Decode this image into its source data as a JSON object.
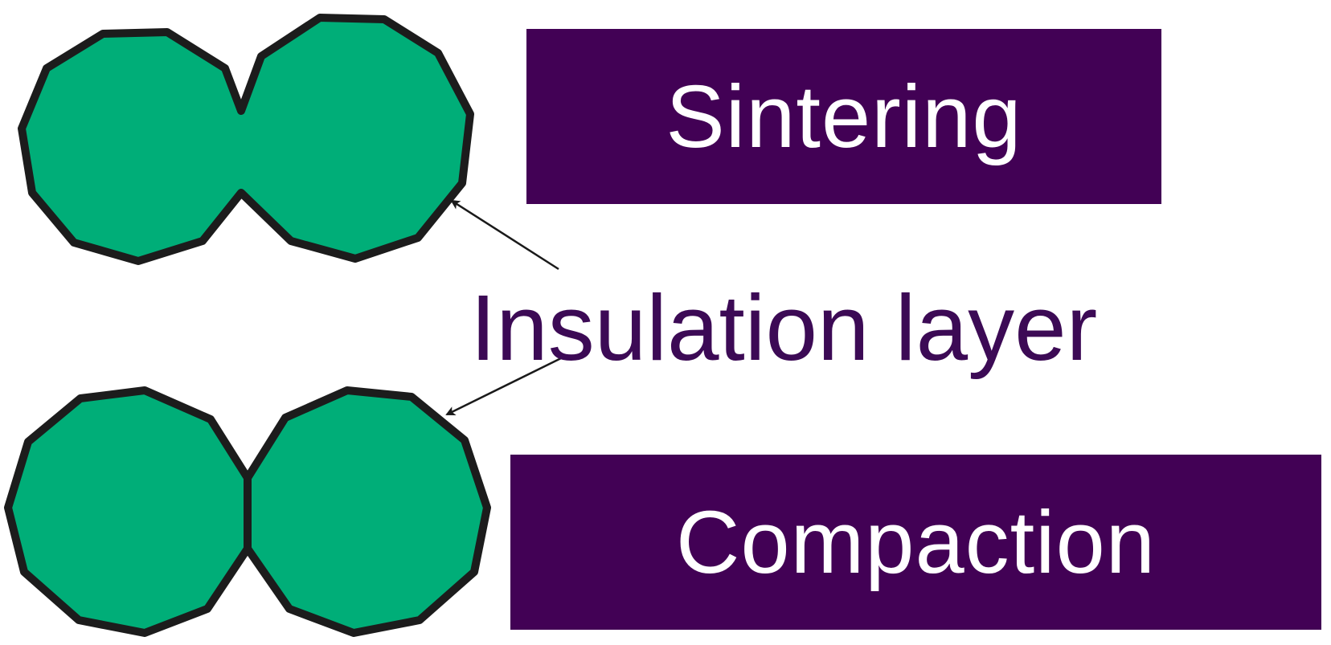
{
  "colors": {
    "particle_fill": "#00AE78",
    "particle_outline": "#1c1c1c",
    "box_fill": "#420155",
    "box_text": "#FFFFFF",
    "label_text": "#3C0A55",
    "arrow": "#1a1a1a"
  },
  "labels": {
    "sintering": "Sintering",
    "compaction": "Compaction",
    "insulation": "Insulation layer"
  }
}
